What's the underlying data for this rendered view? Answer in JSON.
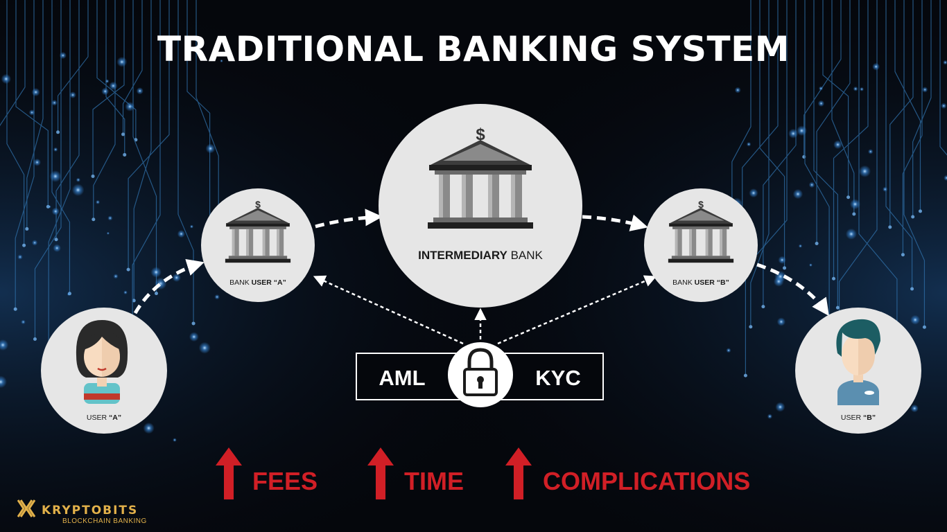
{
  "title": "TRADITIONAL BANKING SYSTEM",
  "nodes": {
    "user_a": {
      "label_pre": "USER ",
      "label_bold": "“A”"
    },
    "bank_a": {
      "label_pre": "BANK ",
      "label_bold": "USER “A”"
    },
    "intermediary": {
      "label_bold": "INTERMEDIARY",
      "label_post": " BANK"
    },
    "bank_b": {
      "label_pre": "BANK ",
      "label_bold": "USER “B”"
    },
    "user_b": {
      "label_pre": "USER ",
      "label_bold": "“B”"
    }
  },
  "bank_symbol": "$",
  "compliance": {
    "left": "AML",
    "right": "KYC"
  },
  "impacts": [
    {
      "label": "FEES"
    },
    {
      "label": "TIME"
    },
    {
      "label": "COMPLICATIONS"
    }
  ],
  "logo": {
    "name": "KRYPTOBITS",
    "tagline": "BLOCKCHAIN BANKING"
  },
  "colors": {
    "accent_red": "#d11f26",
    "circle_fill": "#e6e6e6",
    "background": "#05070c",
    "logo_gold": "#e2b14a"
  }
}
